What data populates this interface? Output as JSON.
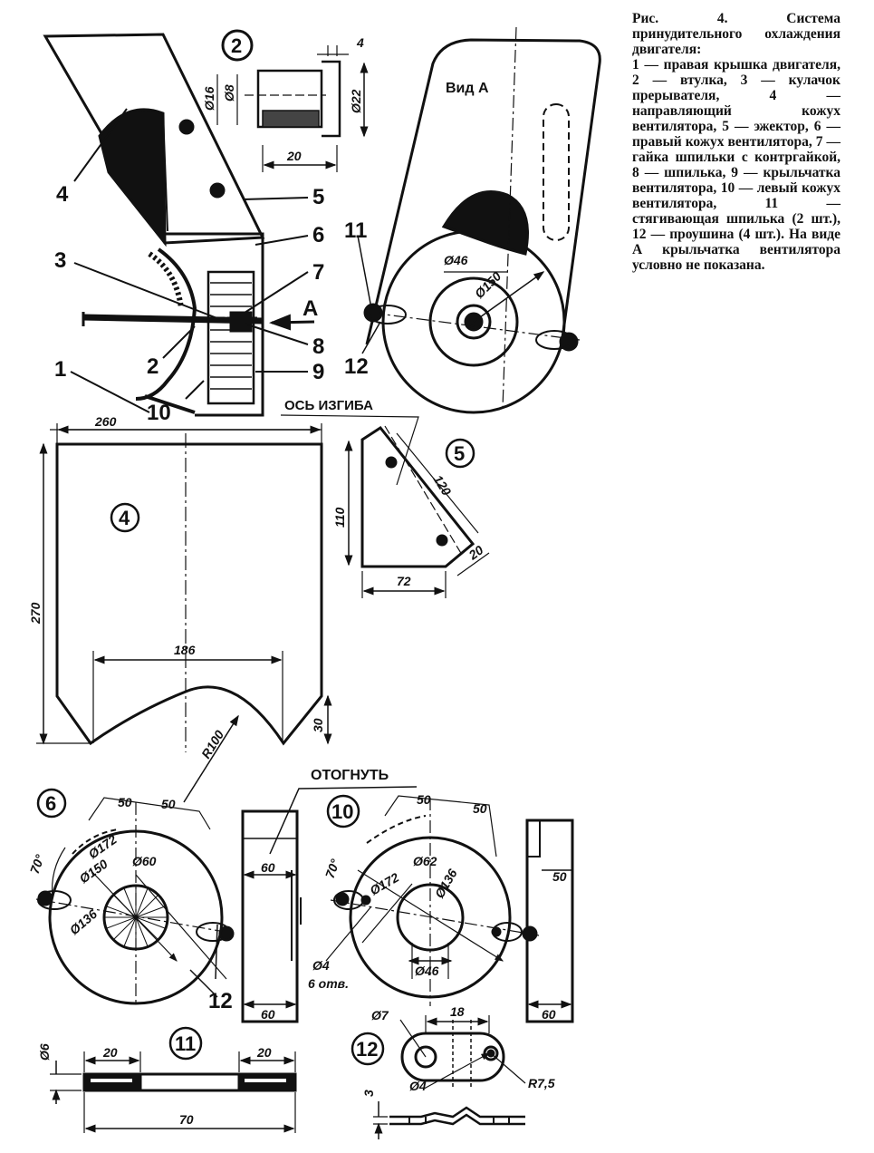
{
  "caption": {
    "title": "Рис. 4. Система принудительного охлаждения двигателя:",
    "legend": "1 — правая крышка двигателя, 2 — втулка, 3 — кулачок прерывателя, 4 — направляющий кожух вентилятора, 5 — эжектор, 6 —правый кожух вентилятора, 7 — гайка шпильки с контргайкой, 8 — шпилька, 9 — крыльчатка вентилятора, 10 — левый кожух вентилятора, 11 — стягивающая шпилька (2 шт.), 12 — проушина (4 шт.). На виде А крыльчатка вентилятора условно не показана."
  },
  "assembly": {
    "labels": [
      "1",
      "2",
      "3",
      "4",
      "5",
      "6",
      "7",
      "8",
      "9",
      "10"
    ],
    "arrow": "А"
  },
  "view_a": {
    "title": "Вид А",
    "labels": [
      "11",
      "12"
    ],
    "dims": [
      "Ø46",
      "Ø150"
    ]
  },
  "part2": {
    "num": "2",
    "dims": [
      "Ø16",
      "Ø8",
      "Ø22",
      "4",
      "20"
    ]
  },
  "part4": {
    "num": "4",
    "dims": [
      "260",
      "270",
      "186",
      "R100",
      "30"
    ]
  },
  "part5": {
    "num": "5",
    "axis_label": "ОСЬ ИЗГИБА",
    "dims": [
      "110",
      "120",
      "72",
      "20"
    ]
  },
  "part6": {
    "num": "6",
    "dims": [
      "50",
      "50",
      "70°",
      "Ø172",
      "Ø150",
      "Ø60",
      "Ø136",
      "60",
      "60",
      "12"
    ]
  },
  "part10": {
    "num": "10",
    "bend_label": "ОТОГНУТЬ",
    "dims": [
      "50",
      "50",
      "70°",
      "Ø172",
      "Ø62",
      "Ø136",
      "Ø46",
      "Ø4",
      "6 отв.",
      "50",
      "60"
    ]
  },
  "part11": {
    "num": "11",
    "dims": [
      "Ø6",
      "20",
      "20",
      "70"
    ]
  },
  "part12": {
    "num": "12",
    "dims": [
      "Ø7",
      "18",
      "Ø4",
      "R7,5",
      "3"
    ]
  }
}
